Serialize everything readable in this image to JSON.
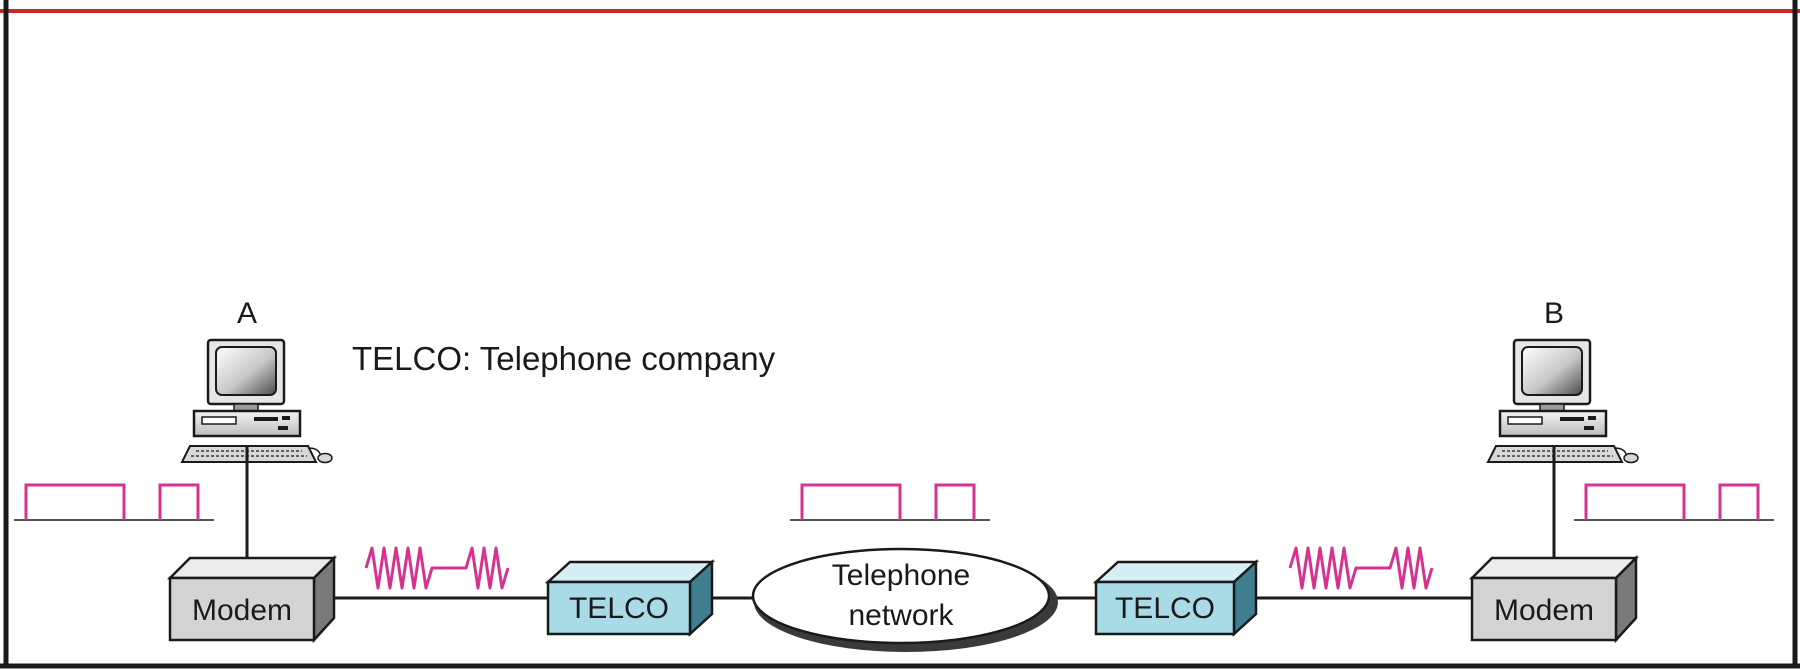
{
  "diagram": {
    "legend": "TELCO: Telephone company",
    "station_a": {
      "label": "A",
      "modem_label": "Modem"
    },
    "station_b": {
      "label": "B",
      "modem_label": "Modem"
    },
    "telco_left_label": "TELCO",
    "telco_right_label": "TELCO",
    "network": {
      "line1": "Telephone",
      "line2": "network"
    }
  },
  "colors": {
    "frame_top": "#c8282d",
    "frame": "#1a1a1a",
    "telco_fill": "#a8dbe6",
    "modem_fill": "#d4d4d4",
    "digital_signal": "#d6338f",
    "analog_signal": "#d6338f"
  }
}
